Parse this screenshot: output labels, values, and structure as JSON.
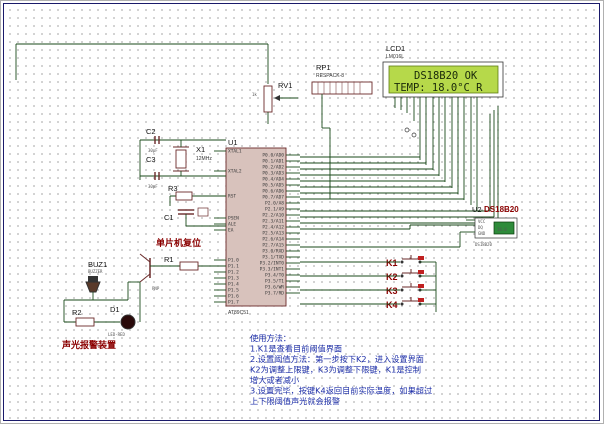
{
  "lcd": {
    "ref": "LCD1",
    "part": "LM016L",
    "line1": "DS18B20 OK",
    "line2": "TEMP: 18.0°C  R"
  },
  "rp1": {
    "ref": "RP1",
    "part": "RESPACK-8"
  },
  "rv1": {
    "ref": "RV1"
  },
  "u1": {
    "ref": "U1",
    "part": "AT89C51",
    "left_pins": [
      "XTAL1",
      "XTAL2",
      "RST",
      "PSEN",
      "ALE",
      "EA",
      "P1.0",
      "P1.1",
      "P1.2",
      "P1.3",
      "P1.4",
      "P1.5",
      "P1.6",
      "P1.7"
    ],
    "right_pins": [
      "P0.0/AD0",
      "P0.1/AD1",
      "P0.2/AD2",
      "P0.3/AD3",
      "P0.4/AD4",
      "P0.5/AD5",
      "P0.6/AD6",
      "P0.7/AD7",
      "P2.0/A8",
      "P2.1/A9",
      "P2.2/A10",
      "P2.3/A11",
      "P2.4/A12",
      "P2.5/A13",
      "P2.6/A14",
      "P2.7/A15",
      "P3.0/RXD",
      "P3.1/TXD",
      "P3.2/INT0",
      "P3.3/INT1",
      "P3.4/T0",
      "P3.5/T1",
      "P3.6/WR",
      "P3.7/RD"
    ]
  },
  "crystal": {
    "ref": "X1",
    "value": "12MHz"
  },
  "caps": {
    "c1": "C1",
    "c2": "C2",
    "c3": "C3"
  },
  "resistors": {
    "r1": "R1",
    "r2": "R2",
    "r3": "R3"
  },
  "q1": {
    "part": "PNP"
  },
  "buzzer": {
    "ref": "BUZ1",
    "part": "BUZZER"
  },
  "led": {
    "ref": "D1",
    "part": "LED-RED"
  },
  "u2": {
    "ref": "U2",
    "part": "DS18B20",
    "title": "DS18B20",
    "pins": [
      "VCC",
      "DQ",
      "GND"
    ]
  },
  "keys": [
    "K1",
    "K2",
    "K3",
    "K4"
  ],
  "labels": {
    "reset": "单片机复位",
    "alarm": "声光报警装置"
  },
  "notes": [
    "使用方法：",
    "1.K1是查看目前阈值界面",
    "2.设置阈值方法：第一步按下K2，进入设置界面",
    "K2为调整上限键，K3为调整下限键，K1是控制",
    "增大或者减小",
    "3.设置完毕，按键K4返回目前实际温度，如果超过",
    "上下限阈值声光就会报警"
  ],
  "colors": {
    "lcd_bg": "#b6d94a",
    "chip_body": "#d8c2bc",
    "note_text": "#1e2fa8",
    "label_red": "#8b0000"
  }
}
